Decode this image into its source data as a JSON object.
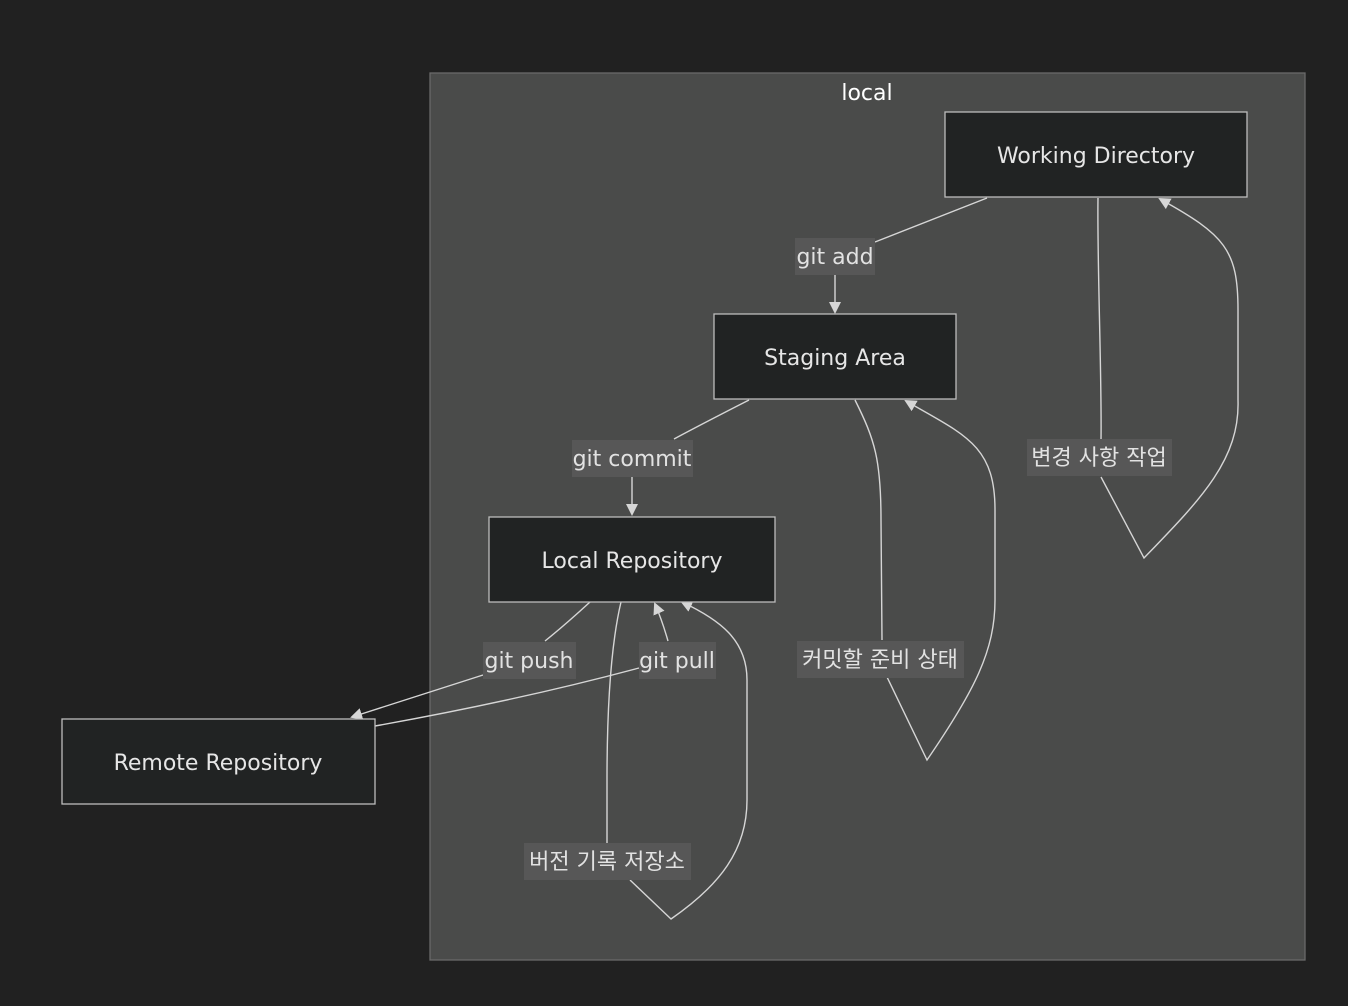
{
  "cluster": {
    "title": "local"
  },
  "nodes": {
    "working_directory": "Working Directory",
    "staging_area": "Staging Area",
    "local_repository": "Local Repository",
    "remote_repository": "Remote Repository"
  },
  "edges": {
    "git_add": "git add",
    "git_commit": "git commit",
    "git_push": "git push",
    "git_pull": "git pull",
    "wd_self": "변경 사항 작업",
    "staging_self": "커밋할 준비 상태",
    "local_self": "버전 기록 저장소"
  }
}
